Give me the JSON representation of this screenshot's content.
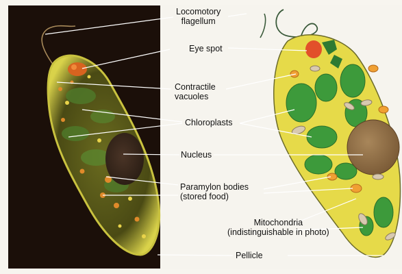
{
  "labels": {
    "locomotory_flagellum_line1": "Locomotory",
    "locomotory_flagellum_line2": "flagellum",
    "eye_spot": "Eye spot",
    "contractile_vacuoles_line1": "Contractile",
    "contractile_vacuoles_line2": "vacuoles",
    "chloroplasts": "Chloroplasts",
    "nucleus": "Nucleus",
    "paramylon_line1": "Paramylon bodies",
    "paramylon_line2": "(stored food)",
    "mitochondria_line1": "Mitochondria",
    "mitochondria_line2": "(indistinguishable in photo)",
    "pellicle": "Pellicle"
  },
  "colors": {
    "photo_background": "#1a0f08",
    "cell_yellow": "#e8dc4a",
    "chloroplast_green": "#3f9b3c",
    "nucleus_brown": "#8a6a44",
    "eye_spot_red": "#e2562a",
    "leader_line": "#ffffff"
  }
}
